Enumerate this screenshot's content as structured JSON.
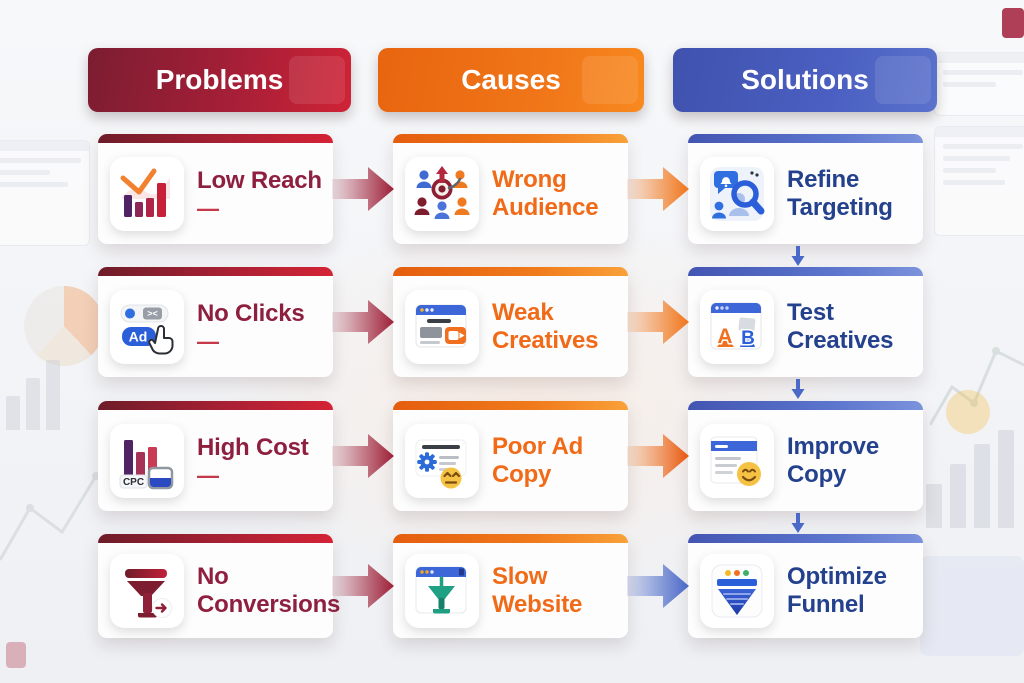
{
  "headers": [
    {
      "id": "problems",
      "label": "Problems",
      "color": "#a51f37"
    },
    {
      "id": "causes",
      "label": "Causes",
      "color": "#f07518"
    },
    {
      "id": "solutions",
      "label": "Solutions",
      "color": "#4a5fc1"
    }
  ],
  "rows": [
    {
      "problem": {
        "label": "Low Reach",
        "dash": "—",
        "icon": "declining-bar-chart-icon"
      },
      "cause": {
        "label": "Wrong Audience",
        "icon": "wrong-audience-target-icon"
      },
      "solution": {
        "label": "Refine Targeting",
        "icon": "refine-targeting-magnifier-icon"
      }
    },
    {
      "problem": {
        "label": "No Clicks",
        "dash": "—",
        "icon": "ad-button-cursor-icon",
        "ad_badge": "Ad",
        "toggle_glyph": "><"
      },
      "cause": {
        "label": "Weak Creatives",
        "icon": "creative-video-window-icon"
      },
      "solution": {
        "label": "Test Creatives",
        "icon": "ab-test-window-icon",
        "variant_a": "A",
        "variant_b": "B"
      }
    },
    {
      "problem": {
        "label": "High Cost",
        "dash": "—",
        "icon": "cpc-cost-bars-icon",
        "cpc_label": "CPC"
      },
      "cause": {
        "label": "Poor Ad Copy",
        "icon": "ad-copy-unamused-icon"
      },
      "solution": {
        "label": "Improve Copy",
        "icon": "ad-copy-smiley-icon"
      }
    },
    {
      "problem": {
        "label": "No Conversions",
        "icon": "empty-funnel-icon"
      },
      "cause": {
        "label": "Slow Website",
        "icon": "slow-site-funnel-window-icon"
      },
      "solution": {
        "label": "Optimize Funnel",
        "icon": "optimize-funnel-icon"
      }
    }
  ],
  "colors": {
    "problem_accent": "#9e2038",
    "cause_accent": "#f1761b",
    "solution_accent": "#4a68c8",
    "problem_text": "#8e1f3f",
    "cause_text": "#f06a17",
    "solution_text": "#24418e",
    "card_bg": "#fdfdfd"
  }
}
